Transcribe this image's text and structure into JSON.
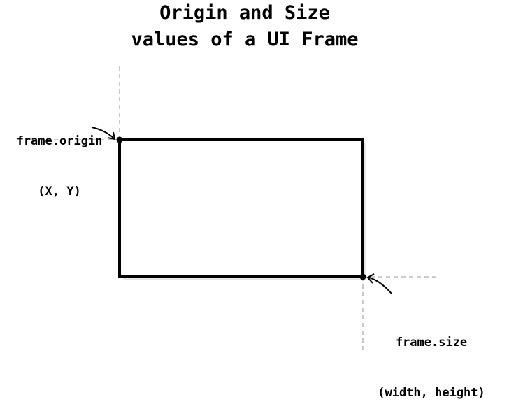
{
  "title": {
    "line1": "Origin and Size",
    "line2": "values of a UI Frame"
  },
  "origin_annotation": {
    "name": "frame.origin",
    "coords": "(X, Y)"
  },
  "size_annotation": {
    "name": "frame.size",
    "dims": "(width, height)"
  },
  "colors": {
    "frame_stroke": "#000000",
    "guide_lines": "#bbbbbb",
    "shadow": "#e6e6e6"
  }
}
